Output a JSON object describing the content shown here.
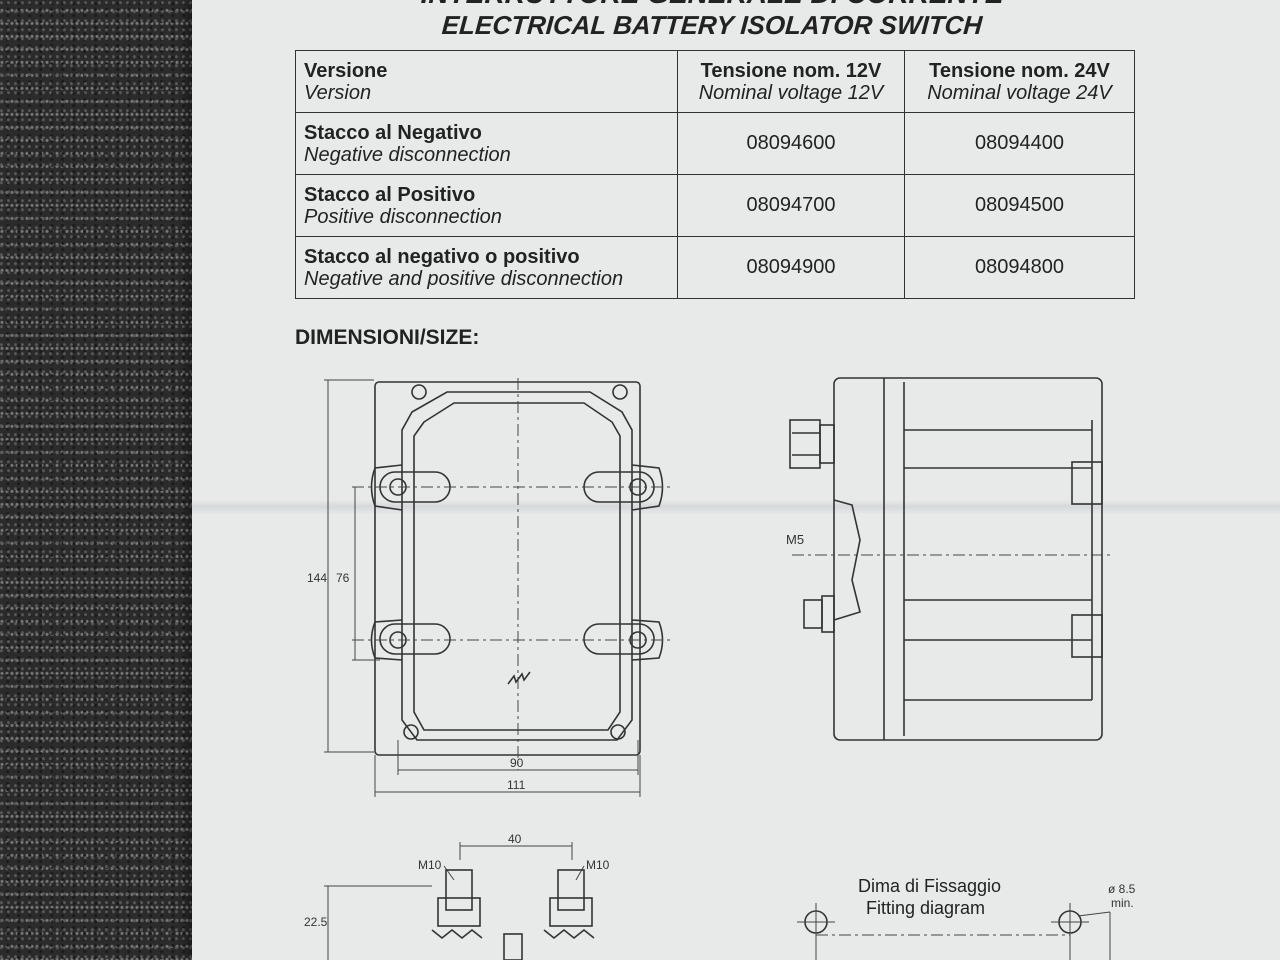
{
  "title": {
    "italian": "INTERRUTTORE GENERALE DI CORRENTE",
    "english": "ELECTRICAL BATTERY ISOLATOR SWITCH"
  },
  "table": {
    "header": {
      "version": {
        "it": "Versione",
        "en": "Version"
      },
      "v12": {
        "it": "Tensione nom. 12V",
        "en": "Nominal voltage 12V"
      },
      "v24": {
        "it": "Tensione nom. 24V",
        "en": "Nominal voltage 24V"
      }
    },
    "rows": [
      {
        "it": "Stacco al Negativo",
        "en": "Negative disconnection",
        "v12": "08094600",
        "v24": "08094400"
      },
      {
        "it": "Stacco al Positivo",
        "en": "Positive disconnection",
        "v12": "08094700",
        "v24": "08094500"
      },
      {
        "it": "Stacco al negativo o positivo",
        "en": "Negative and positive disconnection",
        "v12": "08094900",
        "v24": "08094800"
      }
    ]
  },
  "dimensions": {
    "heading": "DIMENSIONI/SIZE:",
    "front": {
      "height_outer": "144",
      "height_inner": "76",
      "width_inner": "90",
      "width_outer": "111"
    },
    "side": {
      "thread": "M5"
    },
    "bottom": {
      "spacing": "40",
      "thread_left": "M10",
      "thread_right": "M10",
      "height": "22.5"
    },
    "fitting": {
      "title_it": "Dima di Fissaggio",
      "title_en": "Fitting diagram",
      "hole": "ø 8.5",
      "hole_note": "min."
    }
  }
}
